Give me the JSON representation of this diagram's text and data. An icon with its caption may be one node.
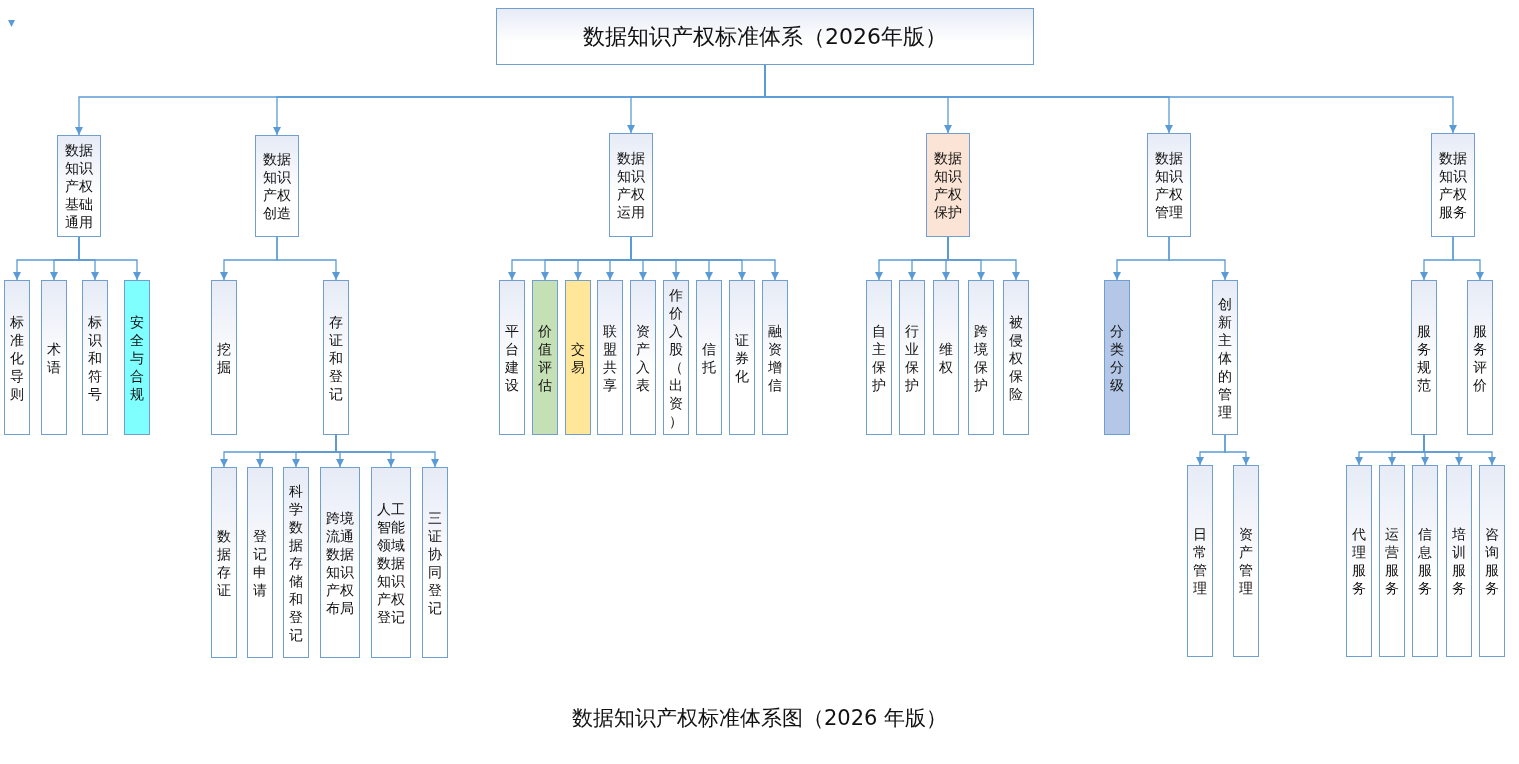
{
  "diagram": {
    "caption": "数据知识产权标准体系图（2026 年版）",
    "nodes": [
      {
        "text": [
          "数据知识产权标准体系（2026年版）"
        ]
      },
      {
        "text": [
          "数据知识产权基础通用"
        ]
      },
      {
        "text": [
          "数据知识产权创造"
        ]
      },
      {
        "text": [
          "数据知识产权运用"
        ]
      },
      {
        "text": [
          "数据知识产权保护"
        ]
      },
      {
        "text": [
          "数据知识产权管理"
        ]
      },
      {
        "text": [
          "数据知识产权服务"
        ]
      },
      {
        "text": [
          "标准化导则"
        ]
      },
      {
        "text": [
          "术语"
        ]
      },
      {
        "text": [
          "标识和符号"
        ]
      },
      {
        "text": [
          "安全与合规"
        ]
      },
      {
        "text": [
          "挖掘"
        ]
      },
      {
        "text": [
          "存证和登记"
        ]
      },
      {
        "text": [
          "平台建设"
        ]
      },
      {
        "text": [
          "价值评估"
        ]
      },
      {
        "text": [
          "交易"
        ]
      },
      {
        "text": [
          "联盟共享"
        ]
      },
      {
        "text": [
          "资产入表"
        ]
      },
      {
        "text": [
          "作价入股（出资）"
        ]
      },
      {
        "text": [
          "信托"
        ]
      },
      {
        "text": [
          "证券化"
        ]
      },
      {
        "text": [
          "融资增信"
        ]
      },
      {
        "text": [
          "自主保护"
        ]
      },
      {
        "text": [
          "行业保护"
        ]
      },
      {
        "text": [
          "维权"
        ]
      },
      {
        "text": [
          "跨境保护"
        ]
      },
      {
        "text": [
          "被侵权保险"
        ]
      },
      {
        "text": [
          "分类分级"
        ]
      },
      {
        "text": [
          "创新主体的管理"
        ]
      },
      {
        "text": [
          "服务规范"
        ]
      },
      {
        "text": [
          "服务评价"
        ]
      },
      {
        "text": [
          "数据存证"
        ]
      },
      {
        "text": [
          "登记申请"
        ]
      },
      {
        "text": [
          "科学数据存储和登记"
        ]
      },
      {
        "text": [
          "跨境流通数据知识产权布局"
        ]
      },
      {
        "text": [
          "人工智能领域数据知识产权登记"
        ]
      },
      {
        "text": [
          "三证协同登记"
        ]
      },
      {
        "text": [
          "日常管理"
        ]
      },
      {
        "text": [
          "资产管理"
        ]
      },
      {
        "text": [
          "代理服务"
        ]
      },
      {
        "text": [
          "运营服务"
        ]
      },
      {
        "text": [
          "信息服务"
        ]
      },
      {
        "text": [
          "培训服务"
        ]
      },
      {
        "text": [
          "咨询服务"
        ]
      }
    ],
    "edges": [
      {
        "from": 0,
        "to": 1,
        "arrow": "to"
      },
      {
        "from": 0,
        "to": 2,
        "arrow": "to"
      },
      {
        "from": 0,
        "to": 3,
        "arrow": "to"
      },
      {
        "from": 0,
        "to": 4,
        "arrow": "to"
      },
      {
        "from": 0,
        "to": 5,
        "arrow": "to"
      },
      {
        "from": 0,
        "to": 6,
        "arrow": "to"
      },
      {
        "from": 1,
        "to": 7,
        "arrow": "to"
      },
      {
        "from": 1,
        "to": 8,
        "arrow": "to"
      },
      {
        "from": 1,
        "to": 9,
        "arrow": "to"
      },
      {
        "from": 1,
        "to": 10,
        "arrow": "to"
      },
      {
        "from": 2,
        "to": 11,
        "arrow": "to"
      },
      {
        "from": 2,
        "to": 12,
        "arrow": "to"
      },
      {
        "from": 3,
        "to": 13,
        "arrow": "to"
      },
      {
        "from": 3,
        "to": 14,
        "arrow": "to"
      },
      {
        "from": 3,
        "to": 15,
        "arrow": "to"
      },
      {
        "from": 3,
        "to": 16,
        "arrow": "to"
      },
      {
        "from": 3,
        "to": 17,
        "arrow": "to"
      },
      {
        "from": 3,
        "to": 18,
        "arrow": "to"
      },
      {
        "from": 3,
        "to": 19,
        "arrow": "to"
      },
      {
        "from": 3,
        "to": 20,
        "arrow": "to"
      },
      {
        "from": 3,
        "to": 21,
        "arrow": "to"
      },
      {
        "from": 4,
        "to": 22,
        "arrow": "to"
      },
      {
        "from": 4,
        "to": 23,
        "arrow": "to"
      },
      {
        "from": 4,
        "to": 24,
        "arrow": "to"
      },
      {
        "from": 4,
        "to": 25,
        "arrow": "to"
      },
      {
        "from": 4,
        "to": 26,
        "arrow": "to"
      },
      {
        "from": 5,
        "to": 27,
        "arrow": "to"
      },
      {
        "from": 5,
        "to": 28,
        "arrow": "to"
      },
      {
        "from": 6,
        "to": 29,
        "arrow": "to"
      },
      {
        "from": 6,
        "to": 30,
        "arrow": "to"
      },
      {
        "from": 12,
        "to": 31,
        "arrow": "to"
      },
      {
        "from": 12,
        "to": 32,
        "arrow": "to"
      },
      {
        "from": 12,
        "to": 33,
        "arrow": "to"
      },
      {
        "from": 12,
        "to": 34,
        "arrow": "to"
      },
      {
        "from": 12,
        "to": 35,
        "arrow": "to"
      },
      {
        "from": 12,
        "to": 36,
        "arrow": "to"
      },
      {
        "from": 28,
        "to": 37,
        "arrow": "to"
      },
      {
        "from": 28,
        "to": 38,
        "arrow": "to"
      },
      {
        "from": 29,
        "to": 39,
        "arrow": "to"
      },
      {
        "from": 29,
        "to": 40,
        "arrow": "to"
      },
      {
        "from": 29,
        "to": 41,
        "arrow": "to"
      },
      {
        "from": 29,
        "to": 42,
        "arrow": "to"
      },
      {
        "from": 29,
        "to": 43,
        "arrow": "to"
      }
    ]
  }
}
